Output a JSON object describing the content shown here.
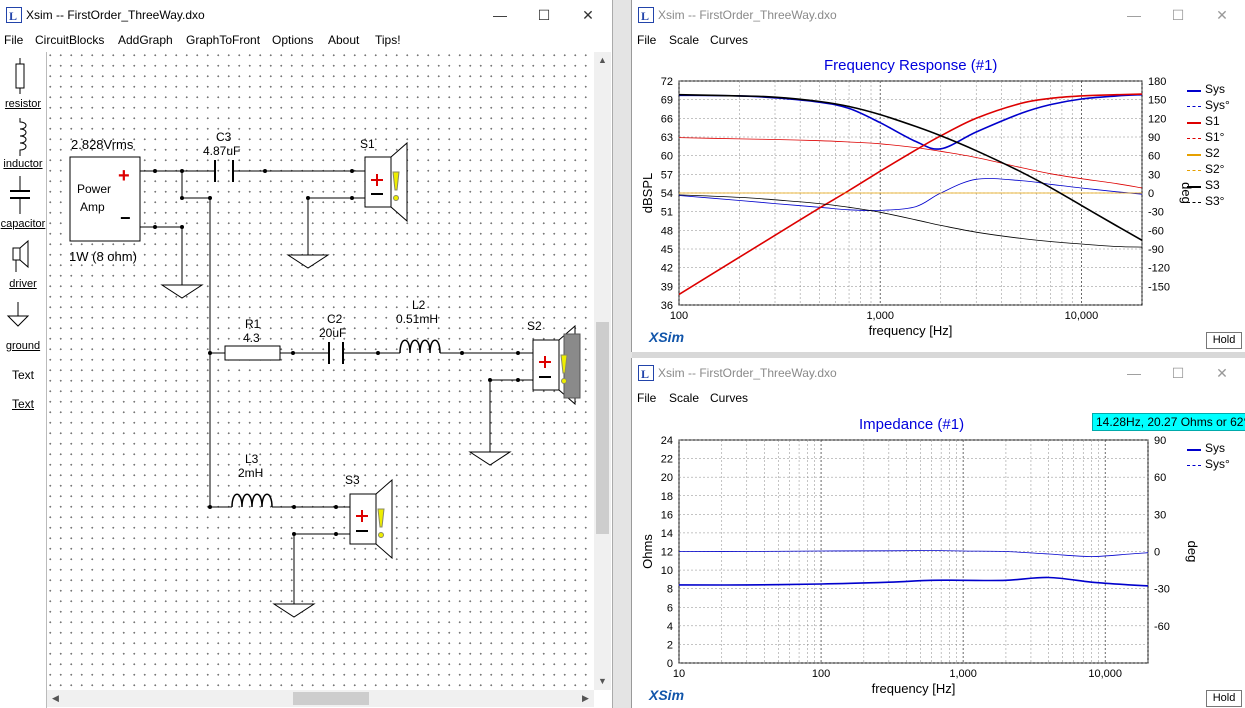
{
  "left_window": {
    "title": "Xsim -- FirstOrder_ThreeWay.dxo",
    "menu": [
      "File",
      "CircuitBlocks",
      "AddGraph",
      "GraphToFront",
      "Options",
      "About",
      "Tips!"
    ],
    "toolbox": [
      "resistor",
      "inductor",
      "capacitor",
      "driver",
      "ground",
      "Text",
      "Text"
    ],
    "schematic": {
      "source_voltage": "2.828Vrms",
      "amp_line1": "Power",
      "amp_line2": "Amp",
      "amp_plus": "+",
      "amp_minus": "−",
      "amp_power": "1W (8 ohm)",
      "c3_name": "C3",
      "c3_value": "4.87uF",
      "s1": "S1",
      "s2": "S2",
      "s3": "S3",
      "r1_name": "R1",
      "r1_value": "4.3",
      "c2_name": "C2",
      "c2_value": "20uF",
      "l2_name": "L2",
      "l2_value": "0.51mH",
      "l3_name": "L3",
      "l3_value": "2mH"
    }
  },
  "freq_window": {
    "title": "Xsim -- FirstOrder_ThreeWay.dxo",
    "menu": [
      "File",
      "Scale",
      "Curves"
    ],
    "plot_title": "Frequency Response (#1)",
    "y_left_label": "dBSPL",
    "y_right_label": "deg",
    "x_label": "frequency [Hz]",
    "logo": "XSim",
    "hold": "Hold",
    "legend": [
      "Sys",
      "Sys°",
      "S1",
      "S1°",
      "S2",
      "S2°",
      "S3",
      "S3°"
    ]
  },
  "imp_window": {
    "title": "Xsim -- FirstOrder_ThreeWay.dxo",
    "menu": [
      "File",
      "Scale",
      "Curves"
    ],
    "plot_title": "Impedance (#1)",
    "y_left_label": "Ohms",
    "y_right_label": "deg",
    "x_label": "frequency [Hz]",
    "logo": "XSim",
    "hold": "Hold",
    "tooltip": "14.28Hz, 20.27 Ohms or 62°",
    "legend": [
      "Sys",
      "Sys°"
    ]
  },
  "chart_data": [
    {
      "type": "line",
      "title": "Frequency Response (#1)",
      "xlabel": "frequency [Hz]",
      "ylabel": "dBSPL",
      "y2label": "deg",
      "xscale": "log",
      "xlim": [
        100,
        20000
      ],
      "ylim": [
        36,
        72
      ],
      "y2lim": [
        -180,
        180
      ],
      "x_ticks": [
        "100",
        "1,000",
        "10,000"
      ],
      "y_ticks": [
        "36",
        "39",
        "42",
        "45",
        "48",
        "51",
        "54",
        "57",
        "60",
        "63",
        "66",
        "69",
        "72"
      ],
      "y2_ticks": [
        "-150",
        "-120",
        "-90",
        "-60",
        "-30",
        "0",
        "30",
        "60",
        "90",
        "120",
        "150",
        "180"
      ],
      "grid": true,
      "legend_position": "right",
      "x": [
        100,
        200,
        300,
        500,
        700,
        1000,
        1500,
        2000,
        3000,
        5000,
        7000,
        10000,
        15000,
        20000
      ],
      "series": [
        {
          "name": "Sys",
          "axis": "left",
          "color": "#0000cc",
          "width": 1.6,
          "dash": false,
          "values": [
            69.7,
            69.6,
            69.3,
            68.6,
            67.6,
            65.3,
            62.3,
            61.1,
            63.8,
            66.8,
            68.2,
            69.1,
            69.6,
            69.8
          ]
        },
        {
          "name": "Sys°",
          "axis": "right",
          "color": "#0000cc",
          "width": 0.8,
          "dash": false,
          "values": [
            -4,
            -12,
            -17,
            -23,
            -27,
            -28,
            -22,
            0,
            22,
            20,
            14,
            8,
            2,
            -2
          ]
        },
        {
          "name": "S1",
          "axis": "left",
          "color": "#dd0000",
          "width": 1.6,
          "dash": false,
          "values": [
            37.7,
            43.7,
            47.2,
            51.6,
            54.4,
            57.5,
            60.9,
            63.2,
            66.0,
            68.4,
            69.2,
            69.6,
            69.8,
            69.9
          ]
        },
        {
          "name": "S1°",
          "axis": "right",
          "color": "#dd0000",
          "width": 0.8,
          "dash": false,
          "values": [
            89,
            87,
            86,
            84,
            82,
            79,
            73,
            67,
            57,
            41,
            31,
            23,
            15,
            8
          ]
        },
        {
          "name": "S2",
          "axis": "left",
          "color": "#e6a000",
          "width": 0.8,
          "dash": false,
          "values": [
            54,
            54,
            54,
            54,
            54,
            54,
            54,
            54,
            54,
            54,
            54,
            54,
            54,
            54
          ]
        },
        {
          "name": "S3",
          "axis": "left",
          "color": "#000000",
          "width": 1.6,
          "dash": false,
          "values": [
            69.8,
            69.6,
            69.4,
            68.7,
            67.9,
            66.6,
            64.7,
            63.2,
            60.8,
            57.4,
            54.9,
            52.0,
            48.7,
            46.4
          ]
        },
        {
          "name": "S3°",
          "axis": "right",
          "color": "#000000",
          "width": 0.8,
          "dash": false,
          "values": [
            -3,
            -7,
            -11,
            -17,
            -23,
            -31,
            -43,
            -52,
            -63,
            -73,
            -78,
            -82,
            -86,
            -87
          ]
        }
      ]
    },
    {
      "type": "line",
      "title": "Impedance (#1)",
      "xlabel": "frequency [Hz]",
      "ylabel": "Ohms",
      "y2label": "deg",
      "xscale": "log",
      "xlim": [
        10,
        20000
      ],
      "ylim": [
        0,
        24
      ],
      "y2lim": [
        -90,
        90
      ],
      "x_ticks": [
        "10",
        "100",
        "1,000",
        "10,000"
      ],
      "y_ticks": [
        "0",
        "2",
        "4",
        "6",
        "8",
        "10",
        "12",
        "14",
        "16",
        "18",
        "20",
        "22",
        "24"
      ],
      "y2_ticks": [
        "-60",
        "-30",
        "0",
        "30",
        "60",
        "90"
      ],
      "grid": true,
      "legend_position": "right",
      "x": [
        10,
        30,
        100,
        300,
        600,
        1000,
        2000,
        4000,
        8000,
        15000,
        20000
      ],
      "series": [
        {
          "name": "Sys",
          "axis": "left",
          "color": "#0000cc",
          "width": 1.6,
          "dash": false,
          "values": [
            8.4,
            8.4,
            8.5,
            8.7,
            8.9,
            8.9,
            8.9,
            9.2,
            8.7,
            8.4,
            8.3
          ]
        },
        {
          "name": "Sys°",
          "axis": "right",
          "color": "#0000cc",
          "width": 0.8,
          "dash": false,
          "values": [
            0,
            0,
            0.4,
            0.6,
            0.8,
            0.4,
            0,
            -2,
            -4,
            -2,
            -1
          ]
        }
      ]
    }
  ]
}
